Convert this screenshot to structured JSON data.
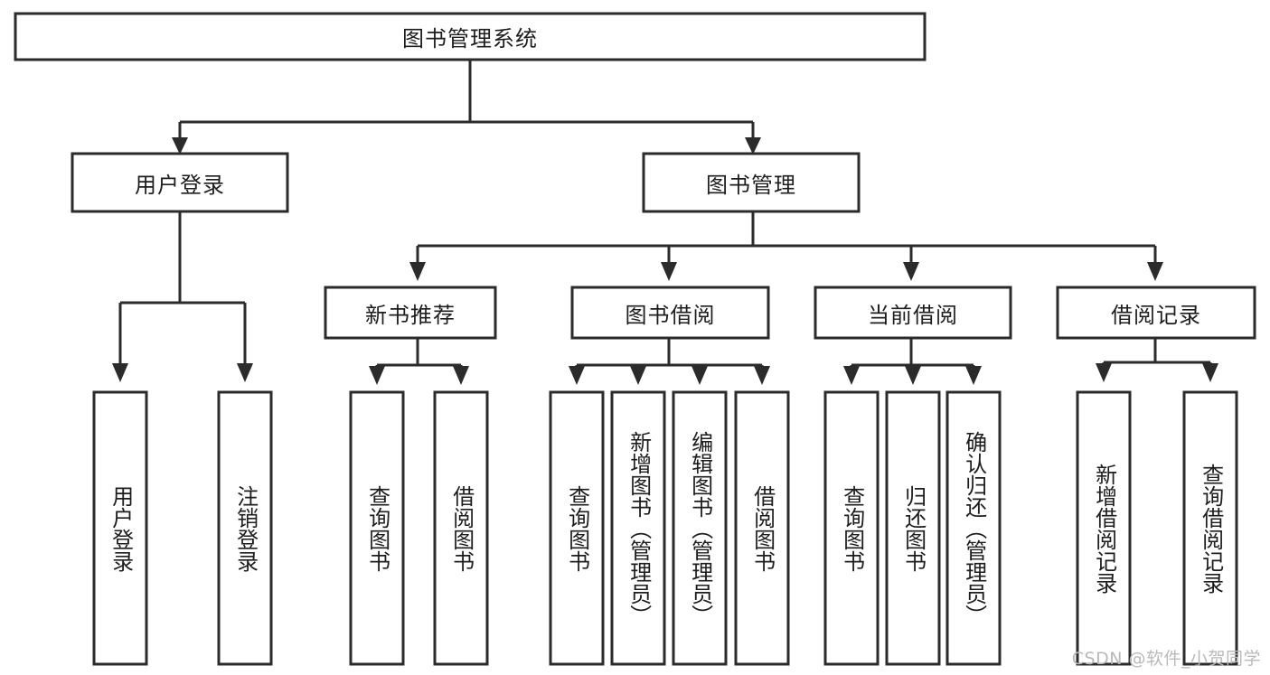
{
  "diagram": {
    "title": "图书管理系统",
    "type": "tree-hierarchy-chart",
    "colors": {
      "box_stroke": "#2b2b2b",
      "box_fill": "#ffffff",
      "text": "#1d1d1d",
      "watermark": "#b9b9b9",
      "background": "#ffffff"
    },
    "root": {
      "label": "图书管理系统"
    },
    "level2": {
      "user_login": "用户登录",
      "book_management": "图书管理"
    },
    "level3": {
      "new_book_recommend": "新书推荐",
      "book_borrow": "图书借阅",
      "current_borrow": "当前借阅",
      "borrow_record": "借阅记录"
    },
    "leaves": {
      "user_login_children": [
        "用户登录",
        "注销登录"
      ],
      "new_book_recommend_children": [
        "查询图书",
        "借阅图书"
      ],
      "book_borrow_children": [
        "查询图书",
        "新增图书（管理员）",
        "编辑图书（管理员）",
        "借阅图书"
      ],
      "current_borrow_children": [
        "查询图书",
        "归还图书",
        "确认归还（管理员）"
      ],
      "borrow_record_children": [
        "新增借阅记录",
        "查询借阅记录"
      ]
    }
  },
  "watermark": {
    "text": "CSDN @软件_小贺同学"
  }
}
